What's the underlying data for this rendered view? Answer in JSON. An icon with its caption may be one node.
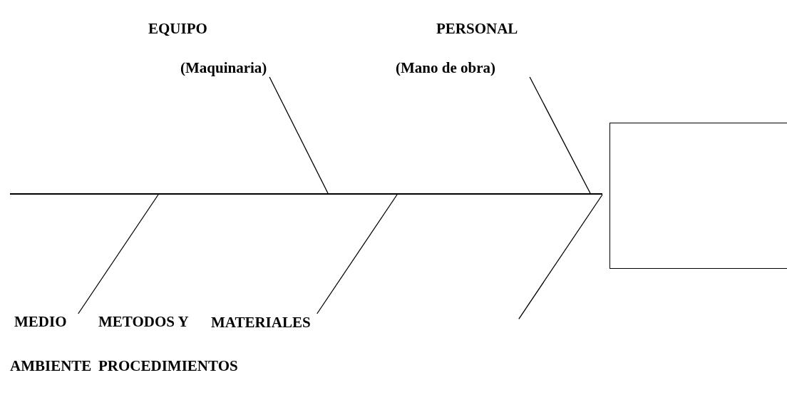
{
  "diagram": {
    "nodes": [
      {
        "text": [
          "EQUIPO",
          "(Maquinaria)"
        ]
      },
      {
        "text": [
          "PERSONAL",
          "(Mano de obra)"
        ]
      },
      {
        "text": [],
        "shape": "bar"
      },
      {
        "text": [],
        "shape": "box"
      },
      {
        "text": [
          "MEDIO AMBIENTE"
        ]
      },
      {
        "text": [
          "METODOS Y PROCEDIMIENTOS"
        ]
      },
      {
        "text": [
          "MATERIALES"
        ]
      }
    ],
    "edges": [
      {
        "from": 0,
        "to": 2,
        "arrow": "none"
      },
      {
        "from": 1,
        "to": 2,
        "arrow": "none"
      },
      {
        "from": 4,
        "to": 2,
        "arrow": "none"
      },
      {
        "from": 6,
        "to": 2,
        "arrow": "none"
      },
      {
        "from": null,
        "to": 2,
        "arrow": "none"
      }
    ]
  }
}
